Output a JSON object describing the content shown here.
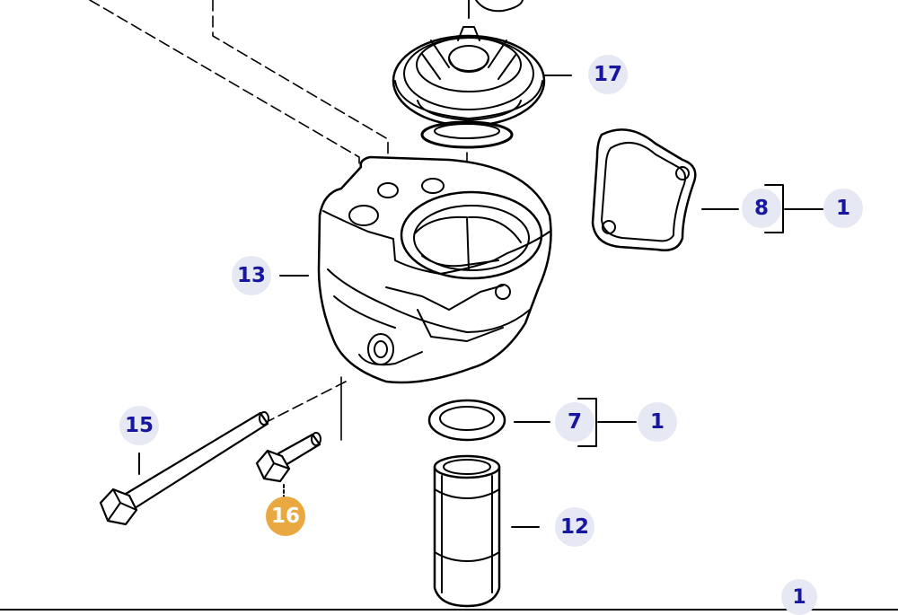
{
  "colors": {
    "callout_bg": "#e6e8f3",
    "callout_text": "#1616a0",
    "highlight_bg": "#e9a940",
    "highlight_text": "#ffffff",
    "line": "#000000"
  },
  "callouts": {
    "p17": "17",
    "p8": "8",
    "p8_ref": "1",
    "p13": "13",
    "p7": "7",
    "p7_ref": "1",
    "p15": "15",
    "p16": "16",
    "p12": "12",
    "bottom_ref": "1"
  },
  "highlighted_part": "16"
}
